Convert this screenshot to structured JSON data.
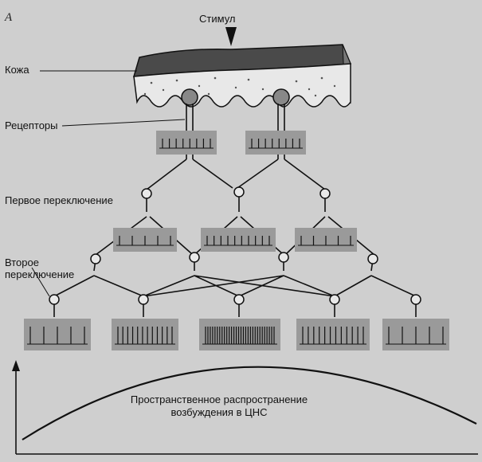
{
  "figure": {
    "panel_letter": "А",
    "labels": {
      "stimulus": "Стимул",
      "skin": "Кожа",
      "receptors": "Рецепторы",
      "first_relay": "Первое переключение",
      "second_relay_line1": "Второе",
      "second_relay_line2": "переключение"
    },
    "caption_line1": "Пространственное распространение",
    "caption_line2": "возбуждения в ЦНС"
  },
  "colors": {
    "background": "#cfcfcf",
    "ink": "#111111",
    "skin": "#4a4a4a",
    "box": "#9a9a9a"
  },
  "spike_trains": {
    "receptor_level": [
      8,
      8
    ],
    "first_relay": [
      5,
      10,
      5
    ],
    "second_relay": [
      5,
      12,
      30,
      12,
      5
    ]
  }
}
